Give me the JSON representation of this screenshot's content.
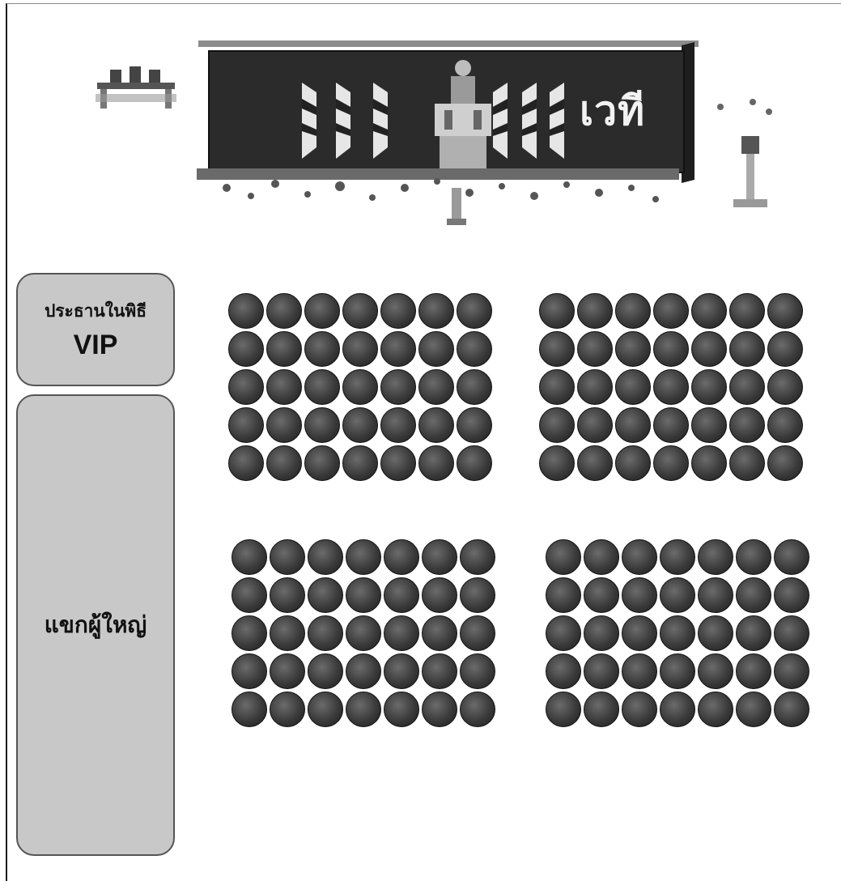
{
  "stage": {
    "label": "เวที"
  },
  "legend": {
    "vip_line1": "ประธานในพิธี",
    "vip_line2": "VIP",
    "guests": "แขกผู้ใหญ่"
  },
  "seating": {
    "blocks": [
      {
        "id": "top-left",
        "rows": 5,
        "cols": 7
      },
      {
        "id": "top-right",
        "rows": 5,
        "cols": 7
      },
      {
        "id": "bottom-left",
        "rows": 5,
        "cols": 7
      },
      {
        "id": "bottom-right",
        "rows": 5,
        "cols": 7
      }
    ]
  },
  "colors": {
    "seat": "#2e2e2e",
    "legend_fill": "#c8c8c8",
    "stage": "#2b2b2b"
  }
}
